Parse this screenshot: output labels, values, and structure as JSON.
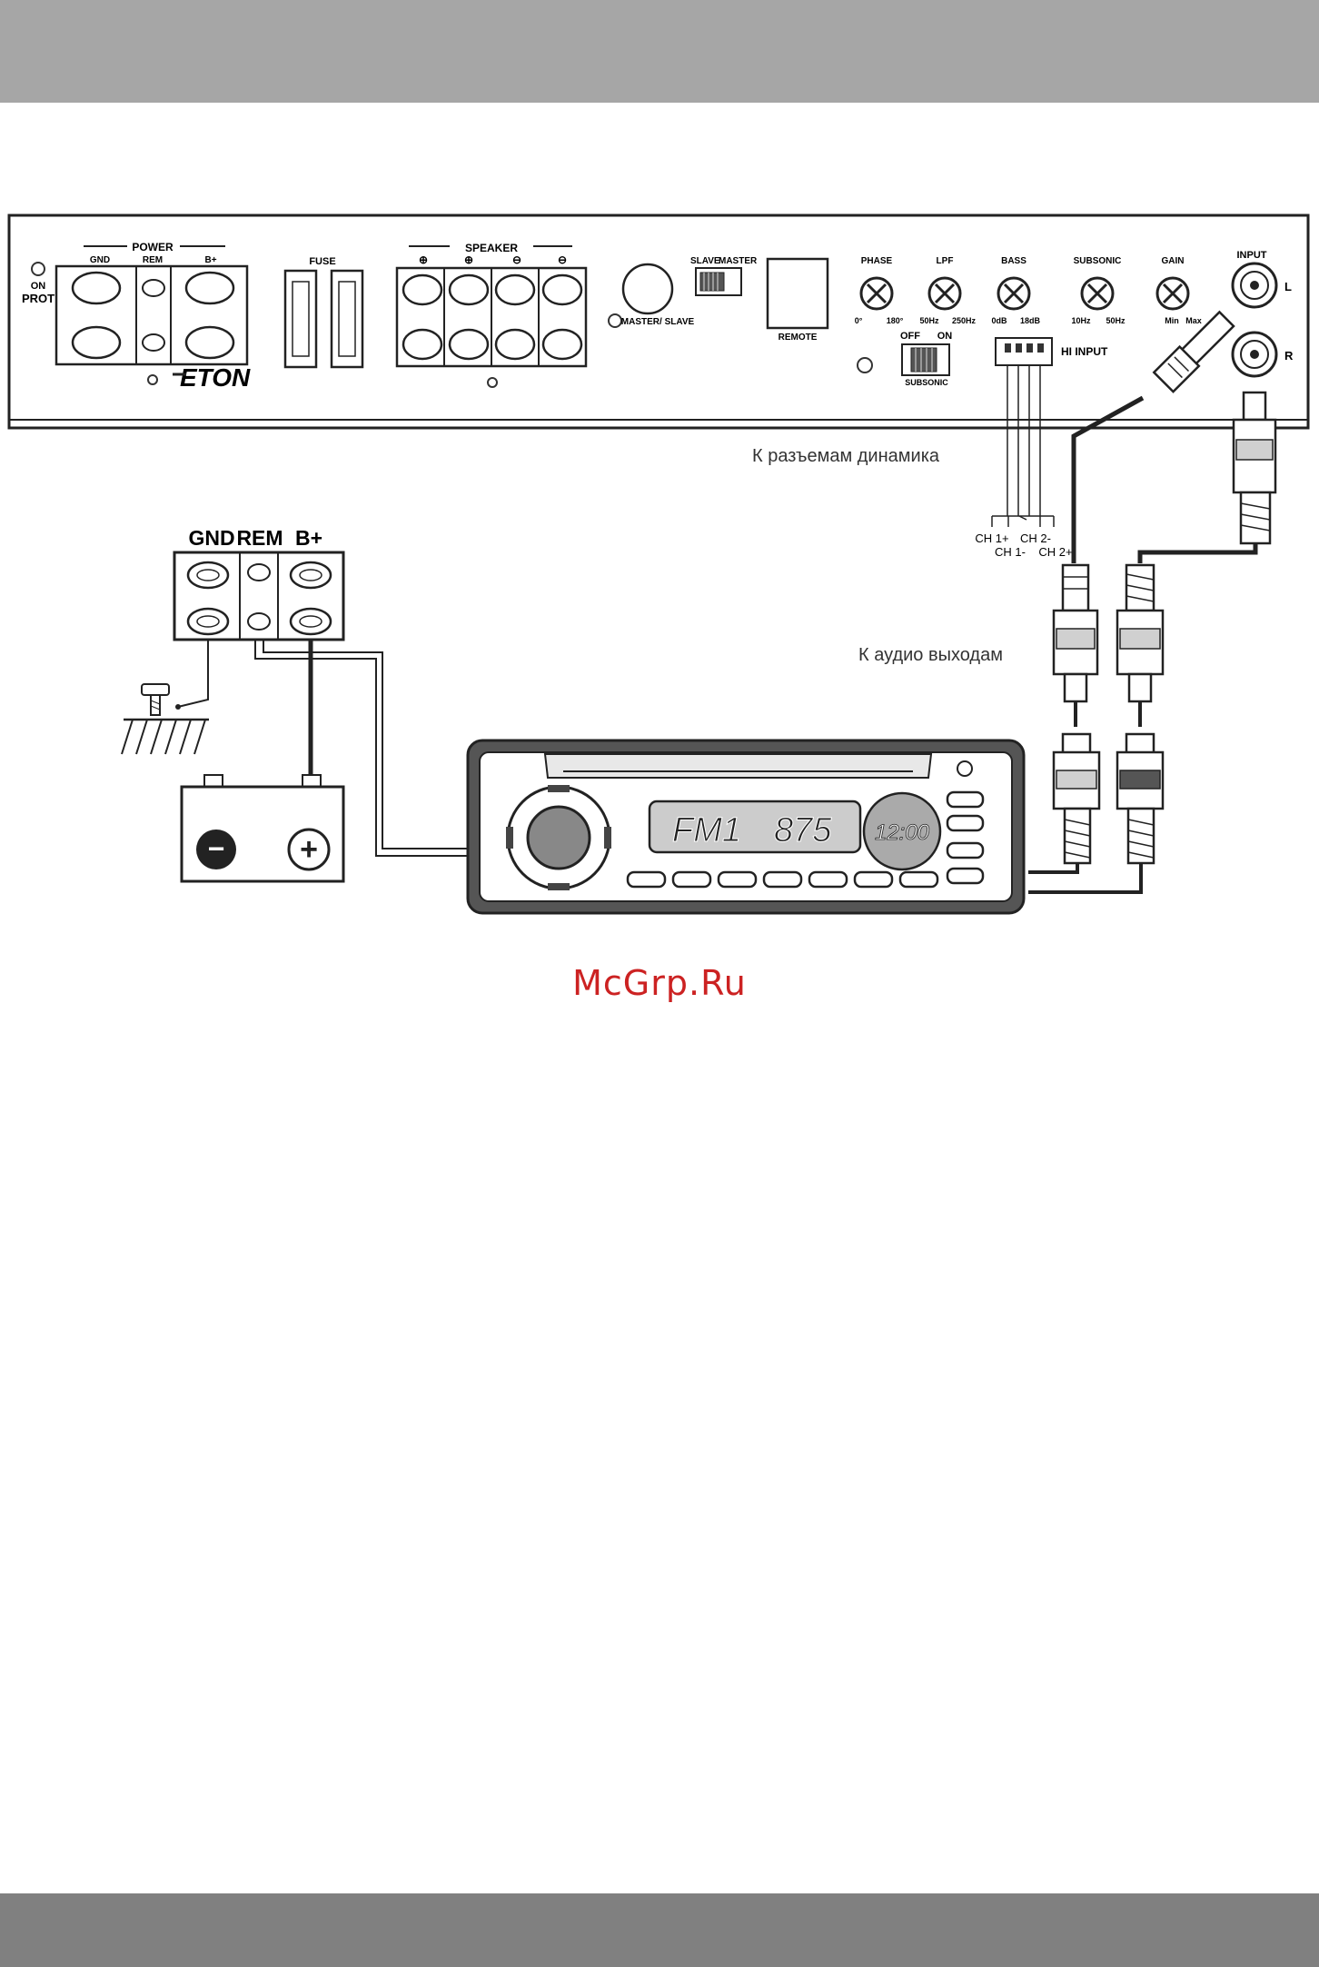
{
  "amplifier": {
    "brand": "ETON",
    "led_label_line1": "ON",
    "led_label_line2": "PROT",
    "power_label": "POWER",
    "gnd": "GND",
    "rem": "REM",
    "bplus": "B+",
    "fuse": "FUSE",
    "speaker": "SPEAKER",
    "master_slave_btn": "MASTER/ SLAVE",
    "slave": "SLAVE",
    "master": "MASTER",
    "remote": "REMOTE",
    "off": "OFF",
    "on": "ON",
    "subsonic_switch": "SUBSONIC",
    "hi_input": "HI INPUT",
    "input": "INPUT",
    "input_l": "L",
    "input_r": "R",
    "knobs": [
      {
        "name": "PHASE",
        "min": "0°",
        "max": "180°"
      },
      {
        "name": "LPF",
        "min": "50Hz",
        "max": "250Hz"
      },
      {
        "name": "BASS",
        "min": "0dB",
        "max": "18dB"
      },
      {
        "name": "SUBSONIC",
        "min": "10Hz",
        "max": "50Hz"
      },
      {
        "name": "GAIN",
        "min": "Min",
        "max": "Max"
      }
    ]
  },
  "terminal_block": {
    "gnd": "GND",
    "rem": "REM",
    "bplus": "B+"
  },
  "hi_input_channels": [
    "CH 1+",
    "CH 1-",
    "CH 2-",
    "CH 2+"
  ],
  "labels": {
    "speaker_outputs": "К разъемам динамика",
    "audio_outputs": "К аудио выходам"
  },
  "head_unit": {
    "band": "FM1",
    "frequency": "875",
    "clock": "12:00"
  },
  "battery": {
    "minus": "−",
    "plus": "+"
  },
  "watermark": "McGrp.Ru"
}
